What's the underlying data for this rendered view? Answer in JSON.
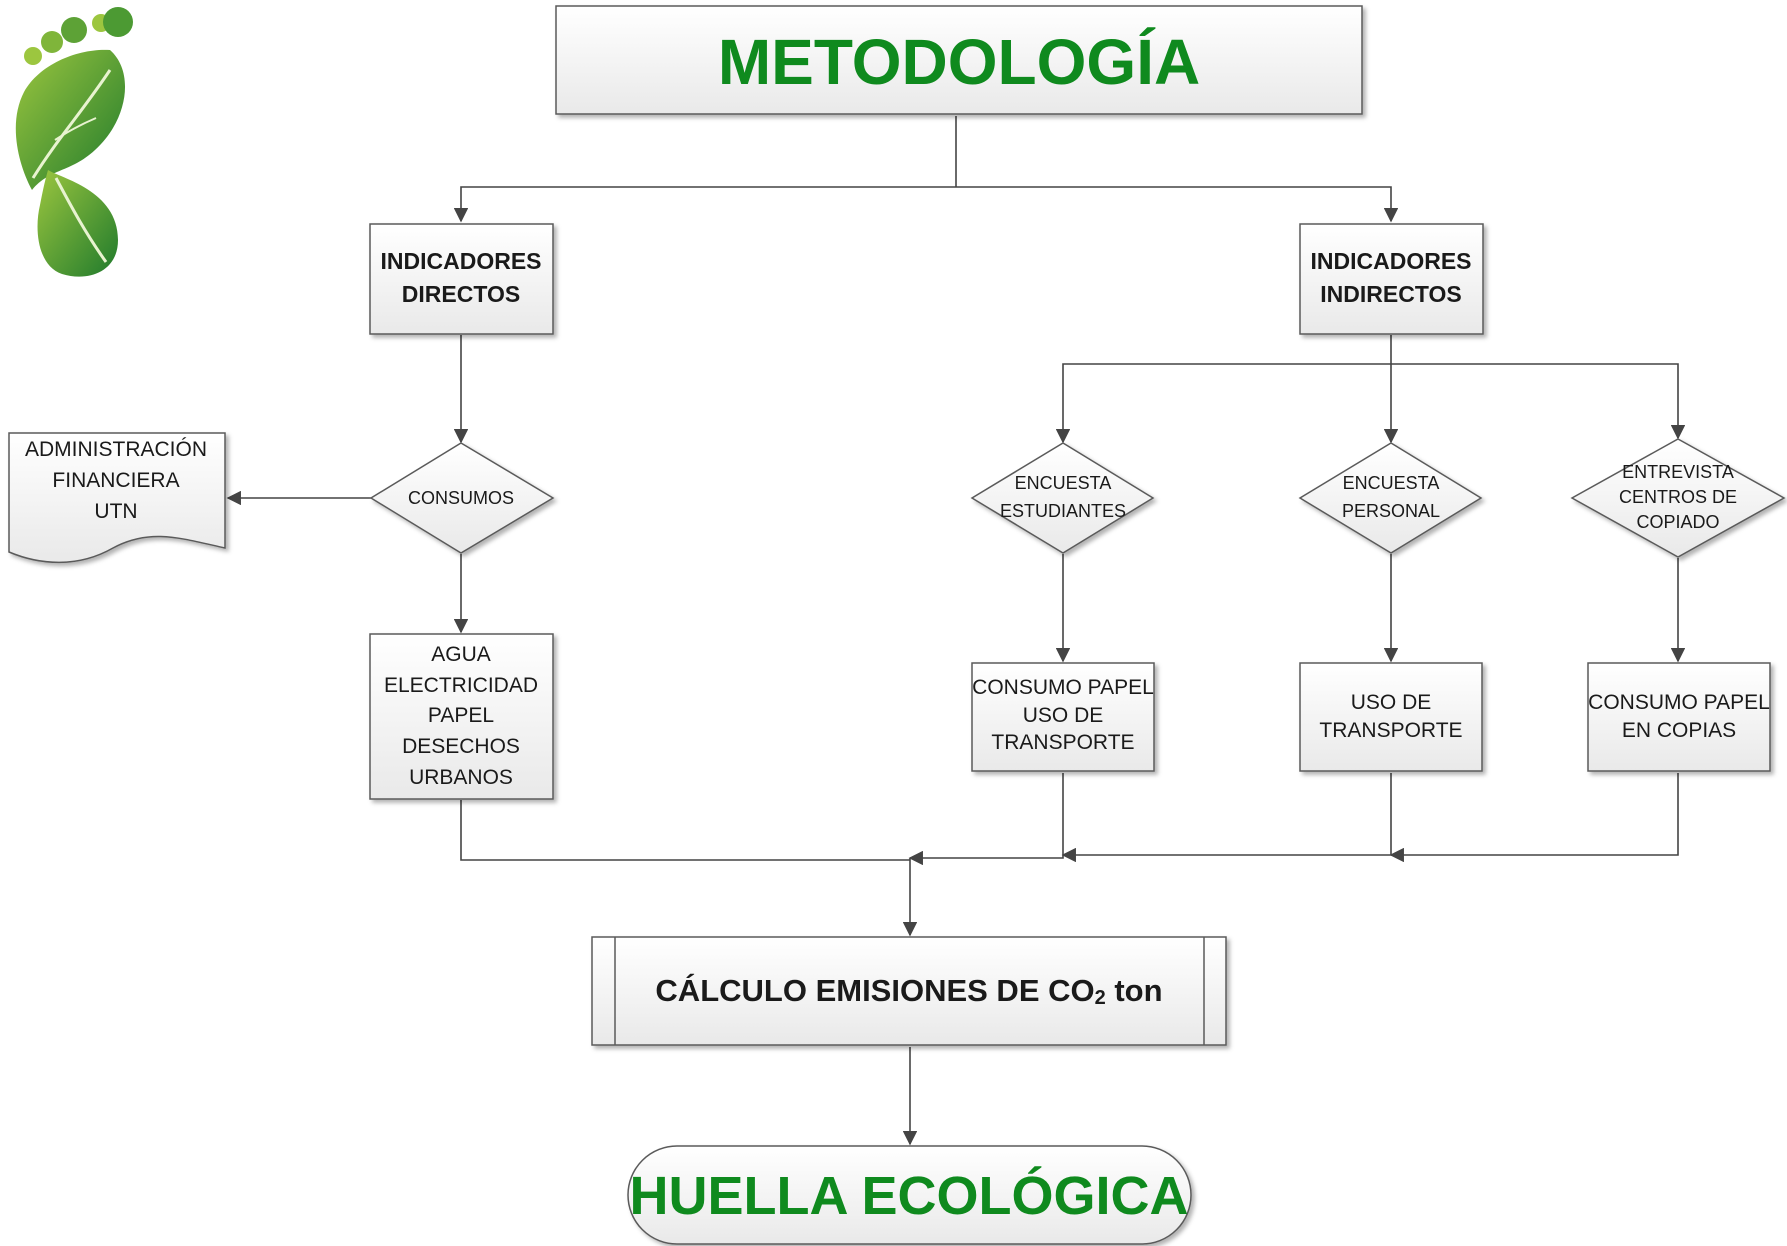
{
  "title": "METODOLOGÍA",
  "direct": {
    "line1": "INDICADORES",
    "line2": "DIRECTOS"
  },
  "indirect": {
    "line1": "INDICADORES",
    "line2": "INDIRECTOS"
  },
  "consumos": "CONSUMOS",
  "admin": {
    "line1": "ADMINISTRACIÓN",
    "line2": "FINANCIERA",
    "line3": "UTN"
  },
  "direct_items": [
    "AGUA",
    "ELECTRICIDAD",
    "PAPEL",
    "DESECHOS",
    "URBANOS"
  ],
  "encuesta_estudiantes": {
    "line1": "ENCUESTA",
    "line2": "ESTUDIANTES"
  },
  "encuesta_personal": {
    "line1": "ENCUESTA",
    "line2": "PERSONAL"
  },
  "entrevista": {
    "line1": "ENTREVISTA",
    "line2": "CENTROS DE",
    "line3": "COPIADO"
  },
  "out_estudiantes": {
    "line1": "CONSUMO PAPEL",
    "line2": "USO DE",
    "line3": "TRANSPORTE"
  },
  "out_personal": {
    "line1": "USO DE",
    "line2": "TRANSPORTE"
  },
  "out_copias": {
    "line1": "CONSUMO PAPEL",
    "line2": "EN COPIAS"
  },
  "calc": {
    "main": "CÁLCULO EMISIONES DE CO",
    "sub": "2",
    "tail": " ton"
  },
  "huella": "HUELLA ECOLÓGICA",
  "colors": {
    "accent_green": "#0f8a1e",
    "logo_dark": "#1f7a2c",
    "logo_light": "#8fc13e"
  },
  "logo_icon": "green-footprint-leaf-logo"
}
